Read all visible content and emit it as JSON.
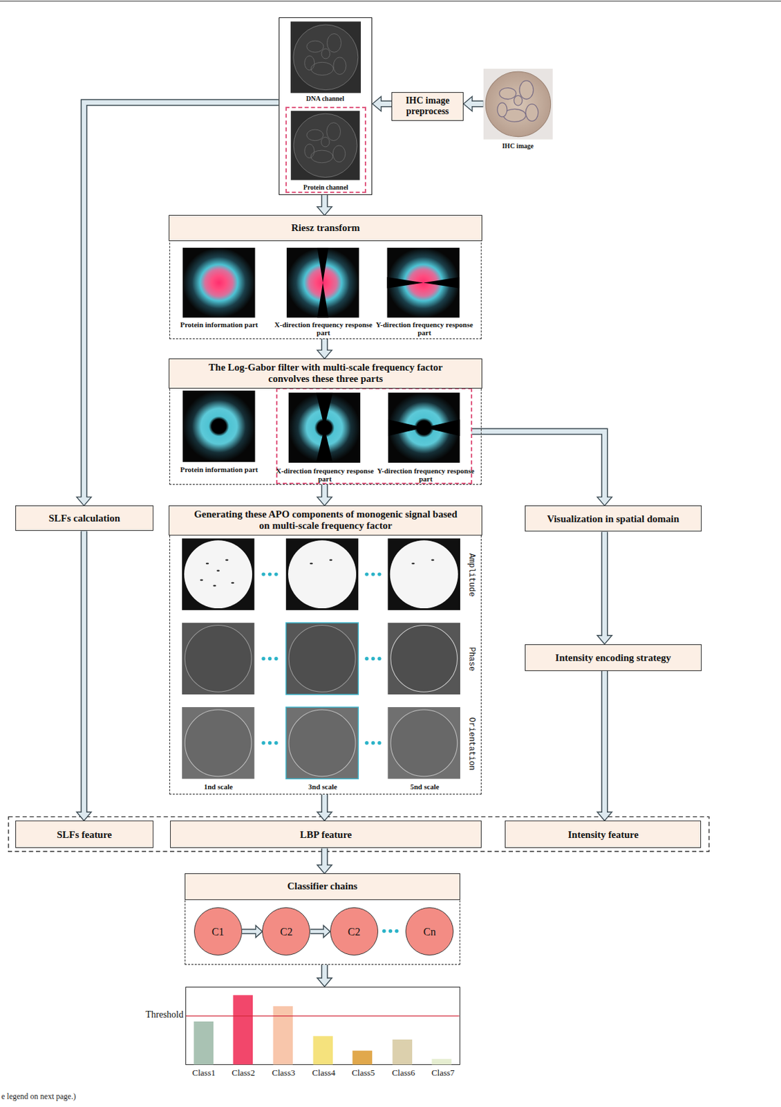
{
  "diagram": {
    "nodes": [
      {
        "text": [
          "DNA channel"
        ]
      },
      {
        "text": [
          "Protein channel"
        ],
        "in": 0
      },
      {
        "text": [
          "IHC image preprocess"
        ]
      },
      {
        "text": [
          "IHC image"
        ]
      },
      {
        "text": [
          "Riesz transform",
          "Protein information part",
          "X-direction frequency response part",
          "Y-direction frequency response part"
        ]
      },
      {
        "text": [
          "The Log-Gabor filter with multi-scale frequency factor convolves these three parts",
          "Protein information part"
        ]
      },
      {
        "text": [
          "X-direction frequency response part",
          "Y-direction frequency response part"
        ],
        "in": 5
      },
      {
        "text": [
          "SLFs calculation"
        ]
      },
      {
        "text": [
          "Generating these APO components of monogenic signal based on multi-scale frequency factor",
          "Amplitude",
          "Phase",
          "Orientation",
          "1nd scale",
          "3nd scale",
          "5nd scale"
        ]
      },
      {
        "text": [
          "Visualization in spatial domain"
        ]
      },
      {
        "text": [
          "Intensity encoding strategy"
        ]
      },
      {
        "text": [
          "SLFs feature"
        ]
      },
      {
        "text": [
          "LBP feature"
        ]
      },
      {
        "text": [
          "Intensity feature"
        ]
      },
      {
        "text": [
          "Classifier chains"
        ]
      },
      {
        "text": [
          "C1"
        ],
        "in": 14
      },
      {
        "text": [
          "C2"
        ],
        "in": 14
      },
      {
        "text": [
          "C2"
        ],
        "in": 14
      },
      {
        "text": [
          "Cn"
        ],
        "in": 14
      },
      {
        "text": [
          "Threshold",
          "Class1",
          "Class2",
          "Class3",
          "Class4",
          "Class5",
          "Class6",
          "Class7"
        ]
      }
    ],
    "edges": [
      {
        "from": 3,
        "to": 2,
        "arrow": "to"
      },
      {
        "from": 2,
        "to": 0,
        "arrow": "to"
      },
      {
        "from": 0,
        "to": 4,
        "arrow": "to"
      },
      {
        "from": 0,
        "to": 7,
        "arrow": "to"
      },
      {
        "from": 4,
        "to": 5,
        "arrow": "to"
      },
      {
        "from": 5,
        "to": 8,
        "arrow": "to"
      },
      {
        "from": 6,
        "to": 9,
        "arrow": "to"
      },
      {
        "from": 9,
        "to": 10,
        "arrow": "to"
      },
      {
        "from": 7,
        "to": 11,
        "arrow": "to"
      },
      {
        "from": 8,
        "to": 12,
        "arrow": "to"
      },
      {
        "from": 10,
        "to": 13,
        "arrow": "to"
      },
      {
        "from": 12,
        "to": 14,
        "arrow": "to"
      },
      {
        "from": 15,
        "to": 16,
        "arrow": "to"
      },
      {
        "from": 16,
        "to": 17,
        "arrow": "to"
      },
      {
        "from": 14,
        "to": 19,
        "arrow": "to"
      }
    ],
    "labels": [
      "e legend on next page.)"
    ]
  }
}
